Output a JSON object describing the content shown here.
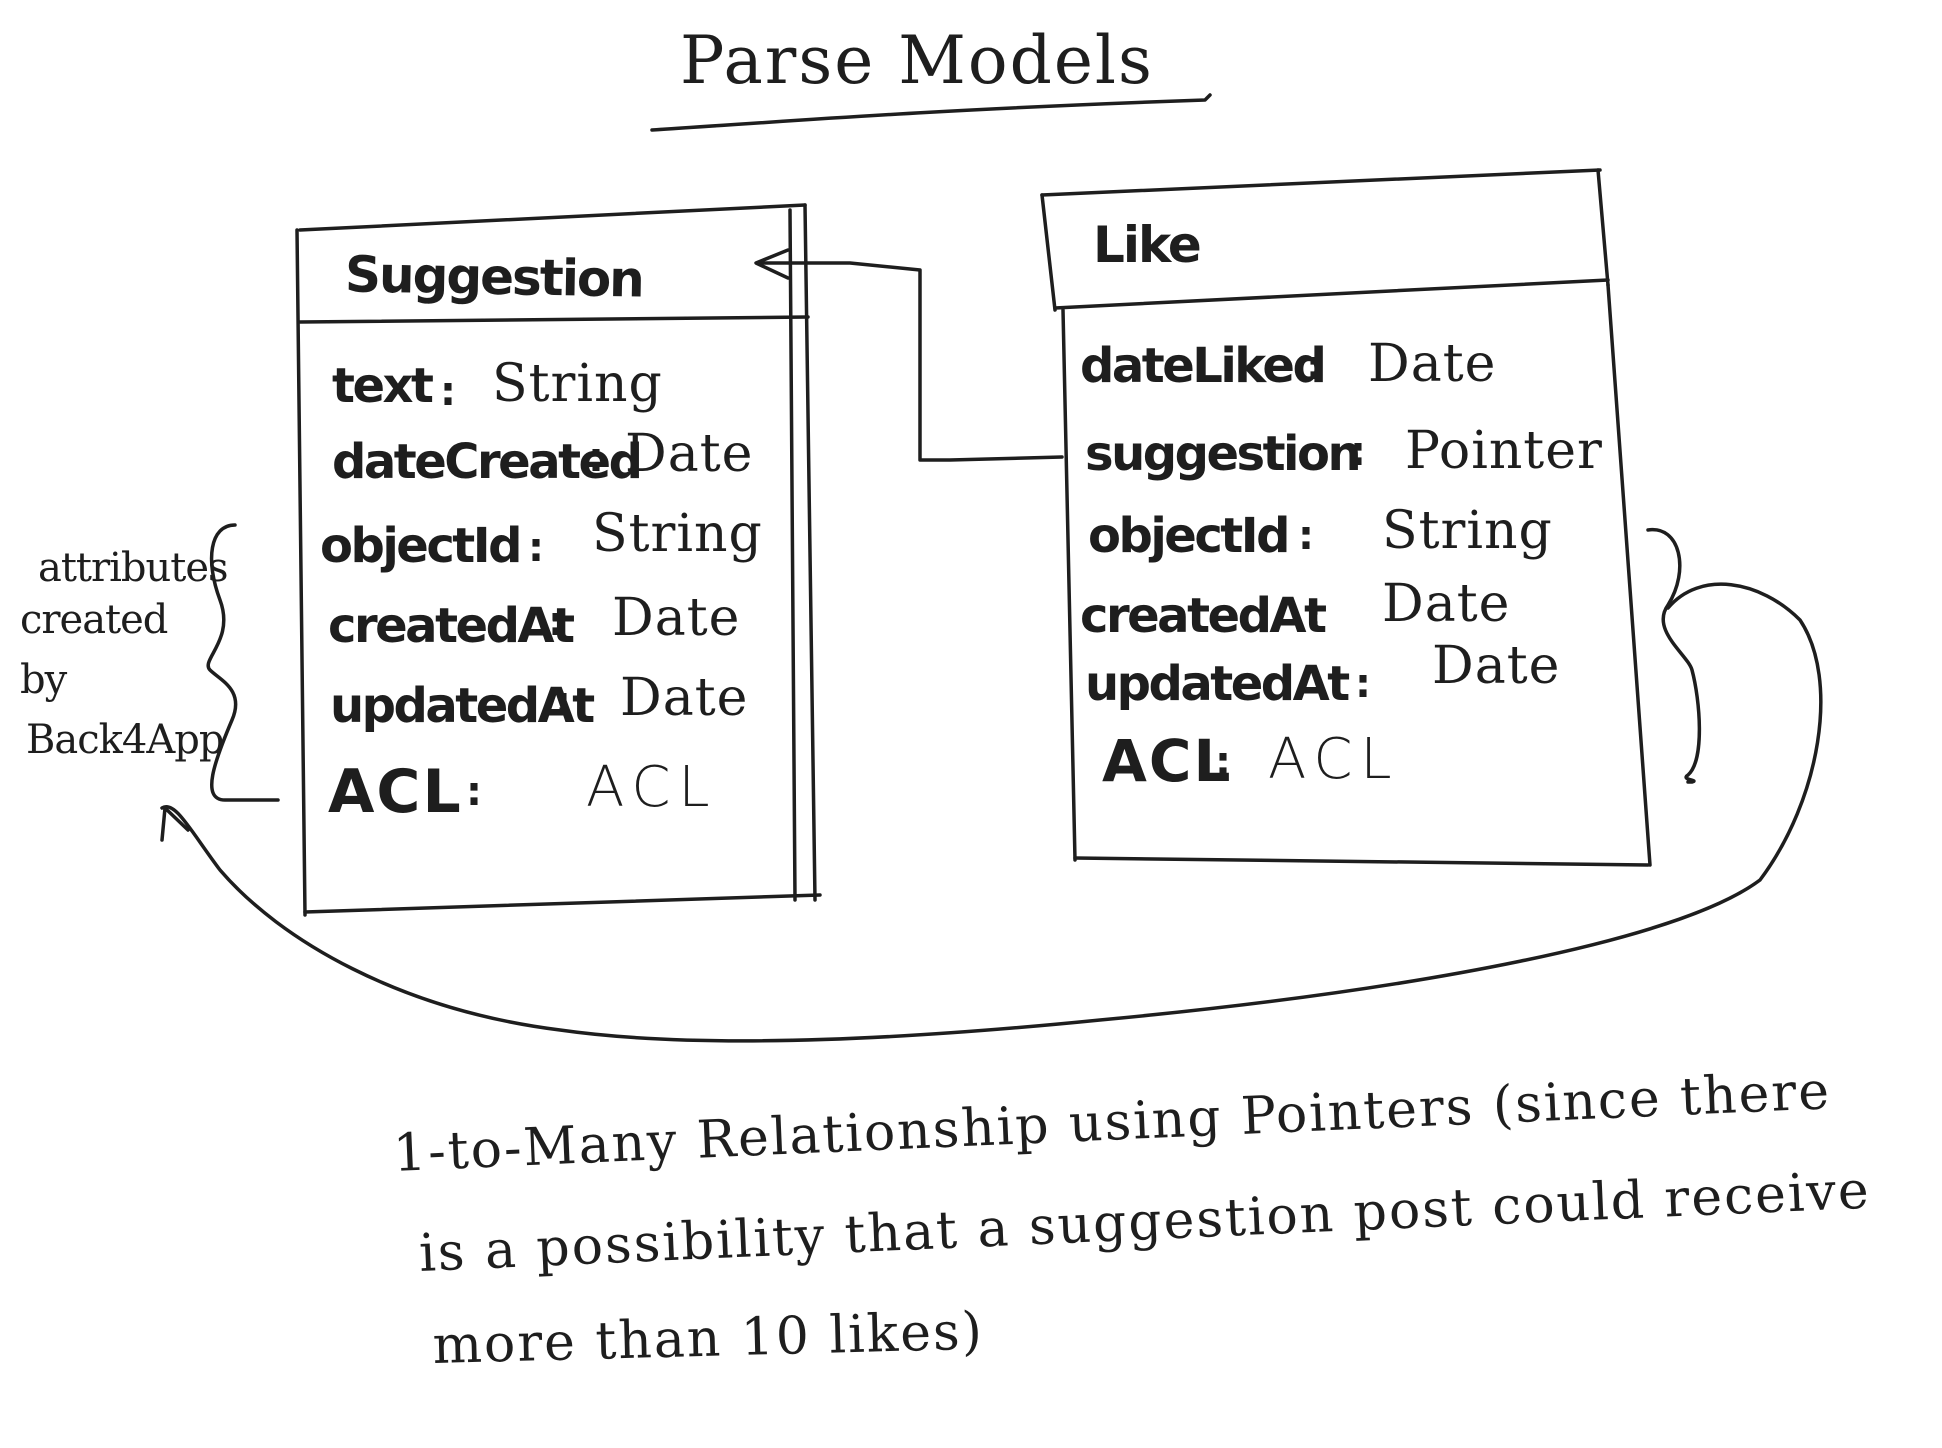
{
  "title": "Parse Models",
  "suggestion_model": {
    "name": "Suggestion",
    "fields": [
      {
        "name": "text",
        "type": "String"
      },
      {
        "name": "dateCreated",
        "type": "Date"
      },
      {
        "name": "objectId",
        "type": "String"
      },
      {
        "name": "createdAt",
        "type": "Date"
      },
      {
        "name": "updatedAt",
        "type": "Date"
      },
      {
        "name": "ACL",
        "type": "ACL"
      }
    ]
  },
  "like_model": {
    "name": "Like",
    "fields": [
      {
        "name": "dateLiked",
        "type": "Date"
      },
      {
        "name": "suggestion",
        "type": "Pointer"
      },
      {
        "name": "objectId",
        "type": "String"
      },
      {
        "name": "createdAt",
        "type": "Date"
      },
      {
        "name": "updatedAt",
        "type": "Date"
      },
      {
        "name": "ACL",
        "type": "ACL"
      }
    ]
  },
  "side_note": {
    "lines": [
      "attributes",
      "created",
      "by",
      "Back4App"
    ]
  },
  "relationship_note": {
    "lines": [
      "1-to-Many Relationship using Pointers (since there",
      "is a possibility that a suggestion post could receive",
      "more than 10 likes)"
    ]
  }
}
